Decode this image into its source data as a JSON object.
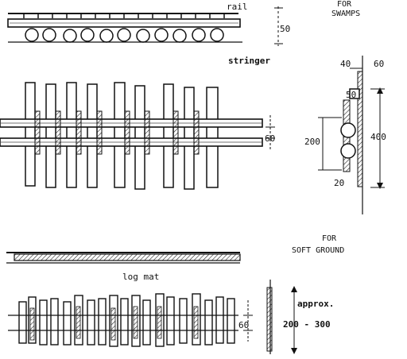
{
  "labels": {
    "rail": "rail",
    "stringer": "stringer",
    "for_swamps_1": "FOR",
    "for_swamps_2": "SWAMPS",
    "for_soft_1": "FOR",
    "for_soft_2": "SOFT GROUND",
    "log_mat": "log mat",
    "approx": "approx."
  },
  "dimensions": {
    "d50_top": "50",
    "d60_mid": "60",
    "d40": "40",
    "d60_side": "60",
    "d50_side": "50",
    "d200": "200",
    "d400": "400",
    "d20": "20",
    "d60_bottom": "60",
    "d200_300": "200 - 300"
  }
}
